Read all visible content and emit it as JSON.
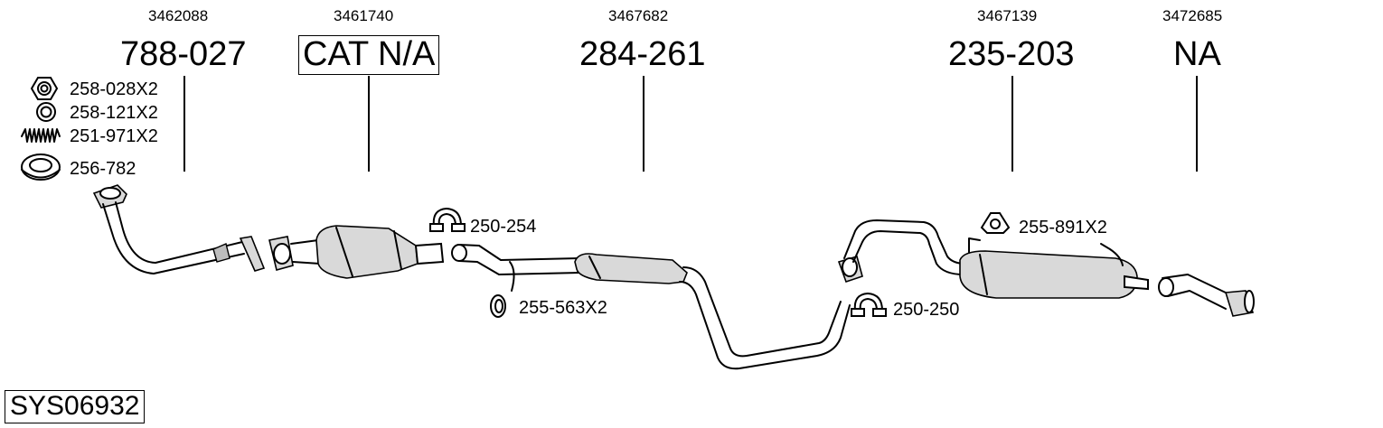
{
  "oem_numbers": [
    "3462088",
    "3461740",
    "3467682",
    "3467139",
    "3472685"
  ],
  "main_parts": [
    "788-027",
    "CAT N/A",
    "284-261",
    "235-203",
    "NA"
  ],
  "accessories": {
    "nut": "258-028X2",
    "ring": "258-121X2",
    "spring": "251-971X2",
    "gasket": "256-782",
    "clamp_front": "250-254",
    "ring_mid": "255-563X2",
    "hanger": "255-891X2",
    "clamp_rear": "250-250"
  },
  "system_id": "SYS06932",
  "icons": [
    "hex-nut-icon",
    "ring-icon",
    "spring-icon",
    "gasket-icon",
    "clamp-icon",
    "rubber-hanger-icon",
    "exhaust-pipe-icon",
    "catalytic-converter-icon",
    "muffler-icon",
    "tailpipe-icon"
  ]
}
